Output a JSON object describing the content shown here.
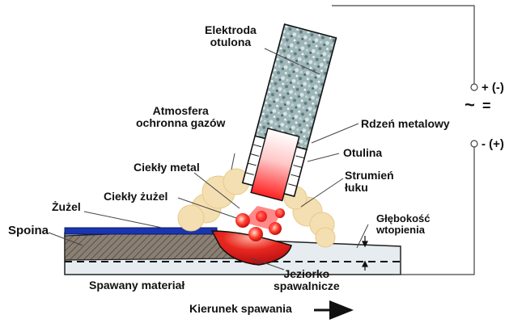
{
  "labels": {
    "electrode": [
      "Elektroda",
      "otulona"
    ],
    "shield_gas": [
      "Atmosfera",
      "ochronna gazów"
    ],
    "metal_core": "Rdzeń metalowy",
    "coating": "Otulina",
    "arc_stream": [
      "Strumień",
      "łuku"
    ],
    "liquid_metal": "Ciekły metal",
    "liquid_slag": "Ciekły żużel",
    "slag": "Żużel",
    "weld": "Spoina",
    "penetration_depth": [
      "Głębokość",
      "wtopienia"
    ],
    "weld_pool": [
      "Jeziorko",
      "spawalnicze"
    ],
    "base_material": "Spawany materiał",
    "direction": "Kierunek spawania"
  },
  "polarity": {
    "top": "+ (-)",
    "bottom": "- (+)",
    "ac_symbol": "~",
    "dc_symbol": "="
  },
  "colors": {
    "coating_pattern": "#9fb6b8",
    "slag_layer": "#1a35b0",
    "weld_hatch": "#6f6458",
    "pool": "#d8121b",
    "gas_cloud": "#f4dfb2",
    "base_plate": "#e6ecef",
    "arc": "#ff2a2a"
  }
}
